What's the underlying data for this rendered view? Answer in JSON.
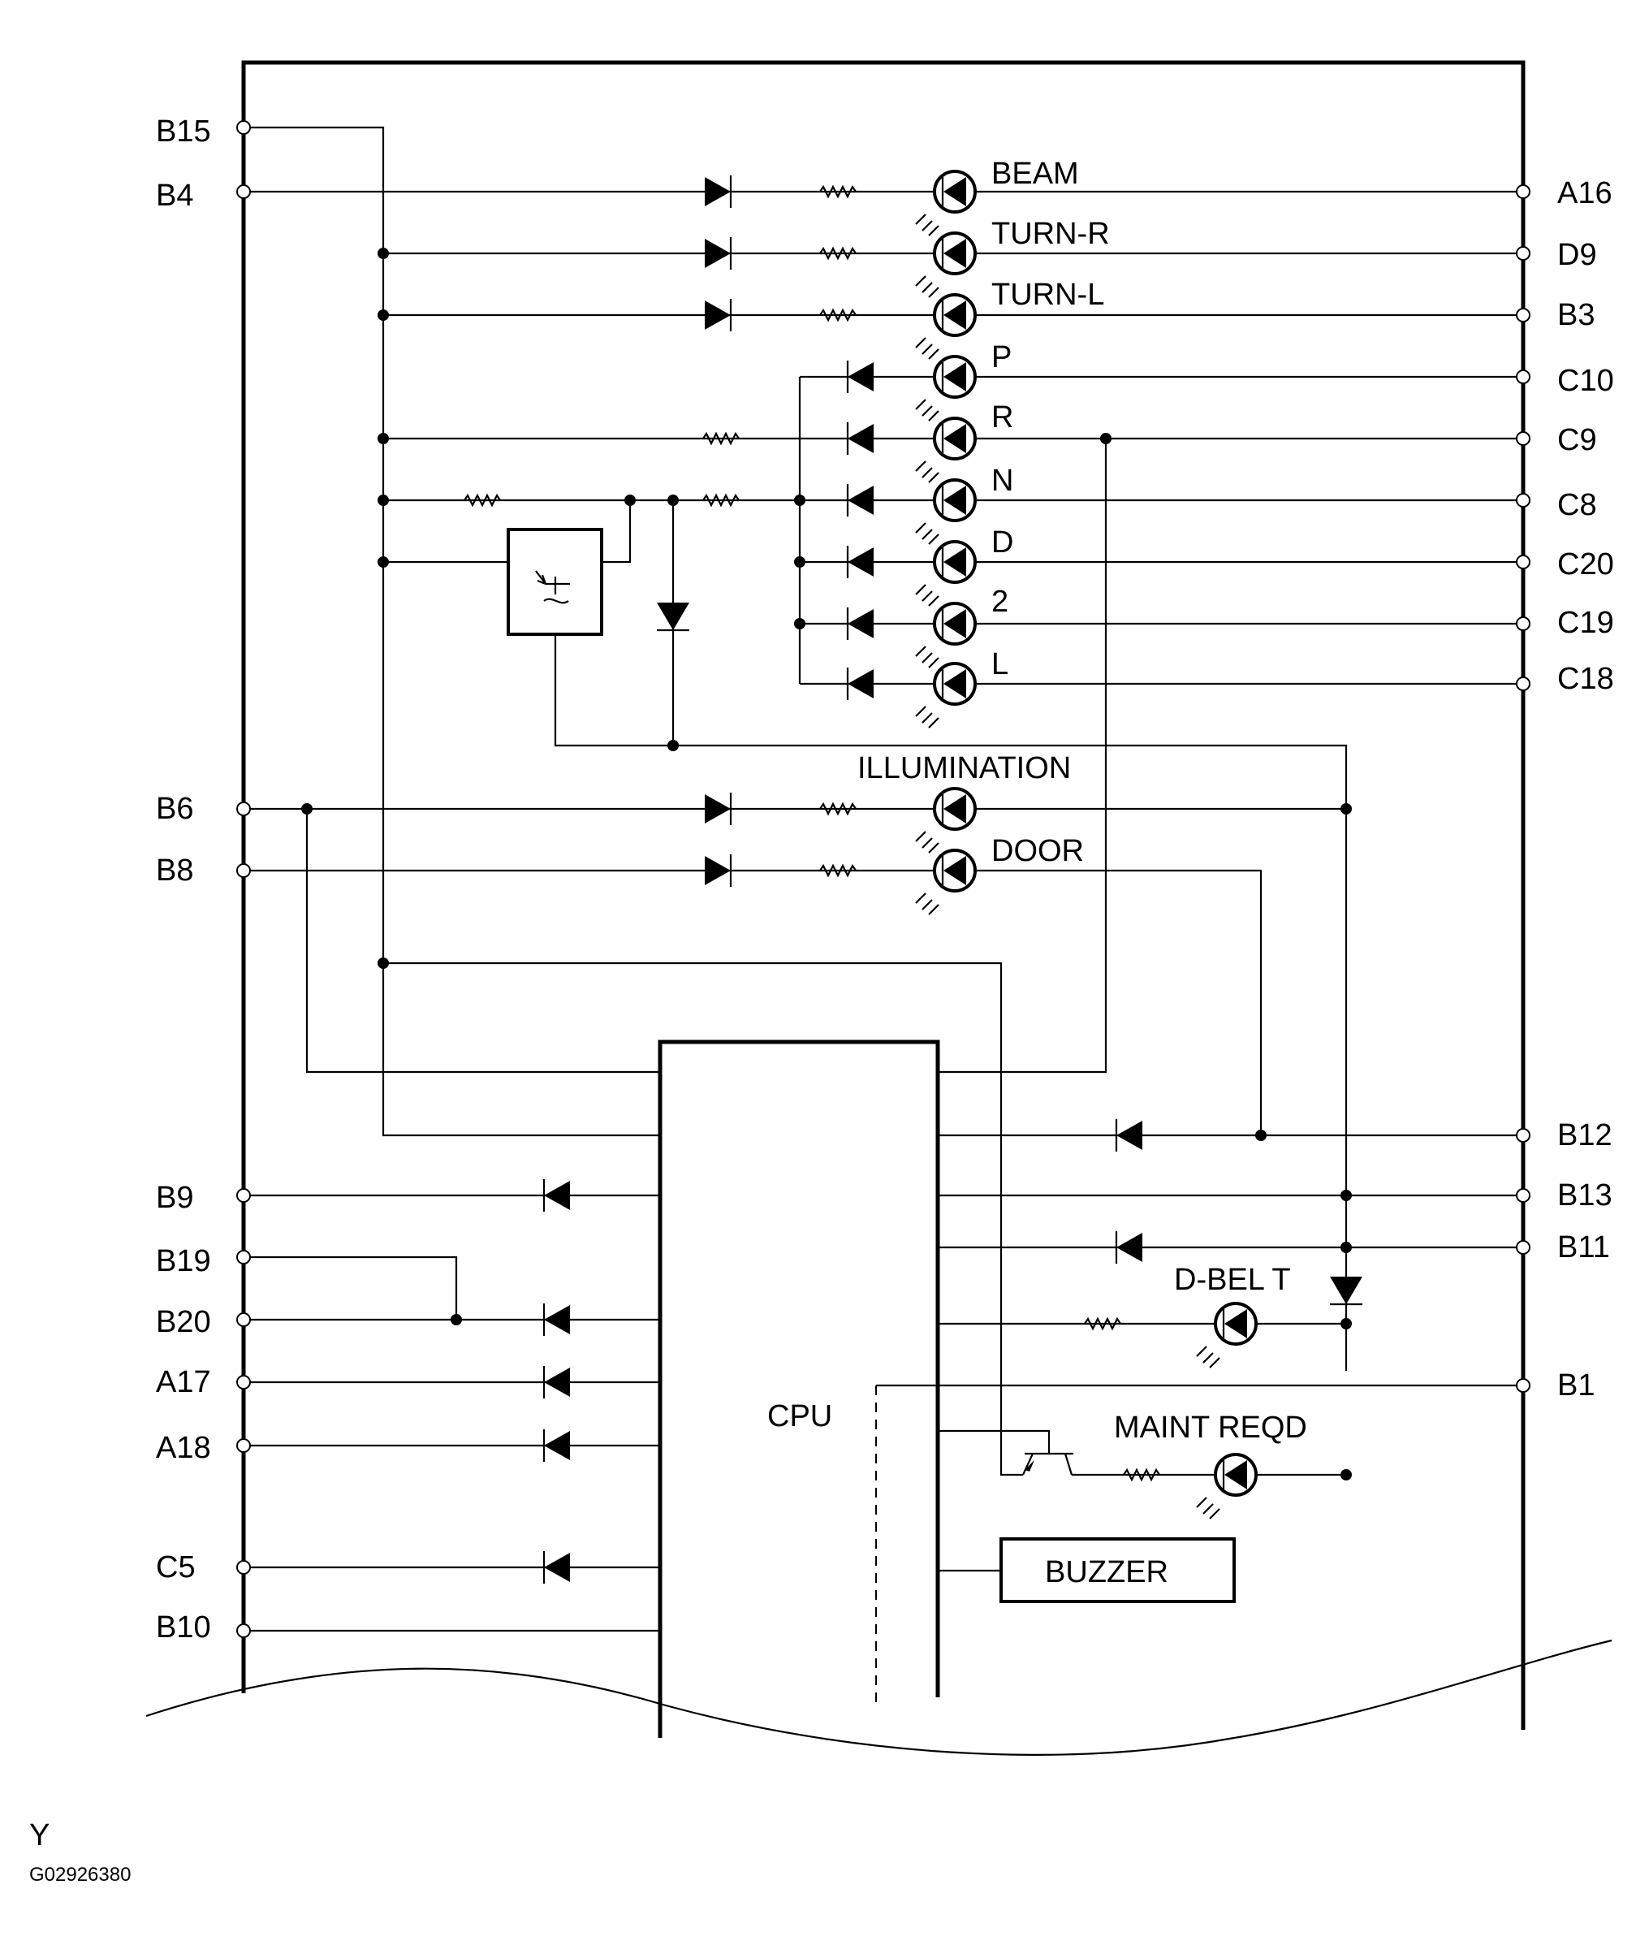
{
  "left_terminals": [
    "B15",
    "B4",
    "B6",
    "B8",
    "B9",
    "B19",
    "B20",
    "A17",
    "A18",
    "C5",
    "B10"
  ],
  "right_terminals": [
    "A16",
    "D9",
    "B3",
    "C10",
    "C9",
    "C8",
    "C20",
    "C19",
    "C18",
    "B12",
    "B13",
    "B11",
    "B1"
  ],
  "indicators": [
    "BEAM",
    "TURN-R",
    "TURN-L",
    "P",
    "R",
    "N",
    "D",
    "2",
    "L",
    "ILLUMINATION",
    "DOOR",
    "D-BEL T",
    "MAINT REQD"
  ],
  "blocks": {
    "cpu": "CPU",
    "buzzer": "BUZZER"
  },
  "footer": {
    "code": "Y",
    "figure_id": "G02926380"
  }
}
